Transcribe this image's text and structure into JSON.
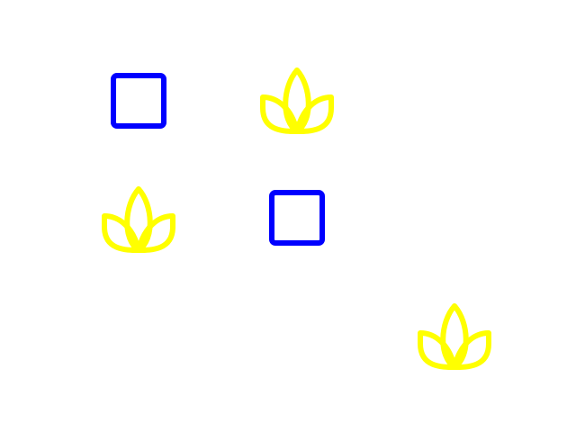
{
  "background_color": "#ffffff",
  "shapes": [
    {
      "kind": "square",
      "icon": "square-outline-icon",
      "color": "#0000ff"
    },
    {
      "kind": "lotus",
      "icon": "lotus-icon",
      "color": "#ffff00"
    },
    {
      "kind": "lotus",
      "icon": "lotus-icon",
      "color": "#ffff00"
    },
    {
      "kind": "square",
      "icon": "square-outline-icon",
      "color": "#0000ff"
    },
    {
      "kind": "lotus",
      "icon": "lotus-icon",
      "color": "#ffff00"
    }
  ]
}
